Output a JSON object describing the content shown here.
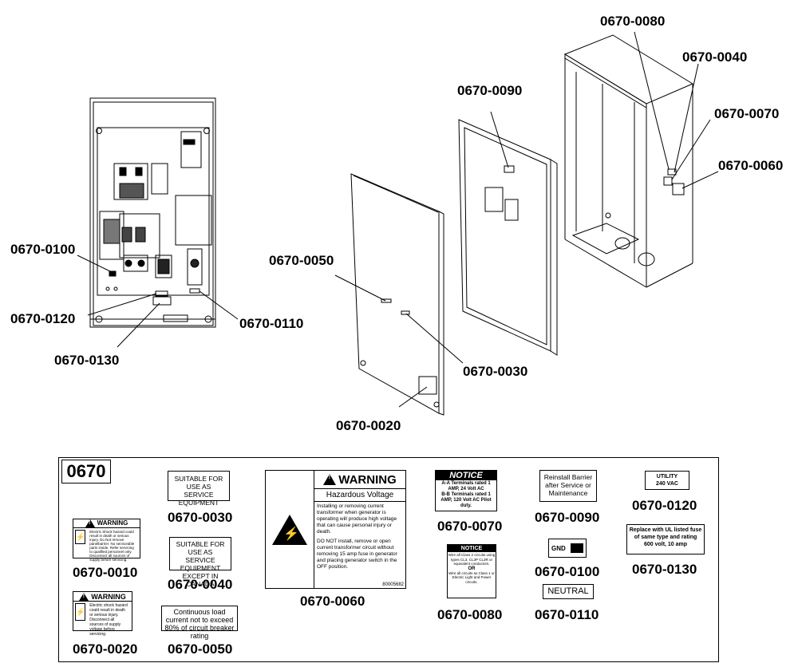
{
  "callouts": {
    "c0080": "0670-0080",
    "c0040": "0670-0040",
    "c0090": "0670-0090",
    "c0070": "0670-0070",
    "c0060": "0670-0060",
    "c0050": "0670-0050",
    "c0100": "0670-0100",
    "c0120": "0670-0120",
    "c0110": "0670-0110",
    "c0130": "0670-0130",
    "c0030": "0670-0030",
    "c0020": "0670-0020"
  },
  "legend": {
    "section": "0670",
    "pn0010": "0670-0010",
    "pn0020": "0670-0020",
    "pn0030": "0670-0030",
    "pn0040": "0670-0040",
    "pn0050": "0670-0050",
    "pn0060": "0670-0060",
    "pn0070": "0670-0070",
    "pn0080": "0670-0080",
    "pn0090": "0670-0090",
    "pn0100": "0670-0100",
    "pn0110": "0670-0110",
    "pn0120": "0670-0120",
    "pn0130": "0670-0130"
  },
  "labels": {
    "l0010": {
      "header": "WARNING",
      "text": "Electric Shock hazard could result in death or serious injury. Do Not remove panelbarrier. No serviceable parts inside. Refer servicing to qualified personnel only. Disconnect all sources of supply before servicing."
    },
    "l0020": {
      "header": "WARNING",
      "text": "Electric shock hazard could result in death or serious injury. Disconnect all sources of supply voltage before servicing."
    },
    "l0030": {
      "text": "SUITABLE FOR USE AS SERVICE EQUIPMENT"
    },
    "l0040": {
      "text": "SUITABLE FOR USE AS SERVICE EQUIPMENT EXCEPT IN CANADA"
    },
    "l0050": {
      "text": "Continuous load current not to exceed 80% of circuit breaker rating"
    },
    "l0060": {
      "header": "WARNING",
      "title": "Hazardous Voltage",
      "p1": "Installing or removing current transformer when generator is operating will produce high voltage that can cause personal injury or death.",
      "p2": "DO NOT install, remove or open current transformer circuit without removing 15 amp fuse in generator and placing generator switch in the OFF position.",
      "code": "80005682"
    },
    "l0070": {
      "header": "NOTICE",
      "line1": "A-A Terminals rated 1 AMP, 24 Volt AC",
      "line2": "B-B Terminals rated 1 AMP, 120 Volt AC Pilot duty."
    },
    "l0080": {
      "header": "NOTICE",
      "p1": "Wire all Class 2 circuits using types CL3, CL3P CL3R or equivalent conductors.",
      "or": "OR",
      "p2": "Wire all circuits as Class 1 or Electric Light and Power circuits."
    },
    "l0090": {
      "text": "Reinstall Barrier after Service or Maintenance"
    },
    "l0100": {
      "text": "GND"
    },
    "l0110": {
      "text": "NEUTRAL"
    },
    "l0120": {
      "line1": "UTILITY",
      "line2": "240 VAC"
    },
    "l0130": {
      "text": "Replace with UL listed fuse of same type and rating 600 volt, 10 amp"
    }
  }
}
